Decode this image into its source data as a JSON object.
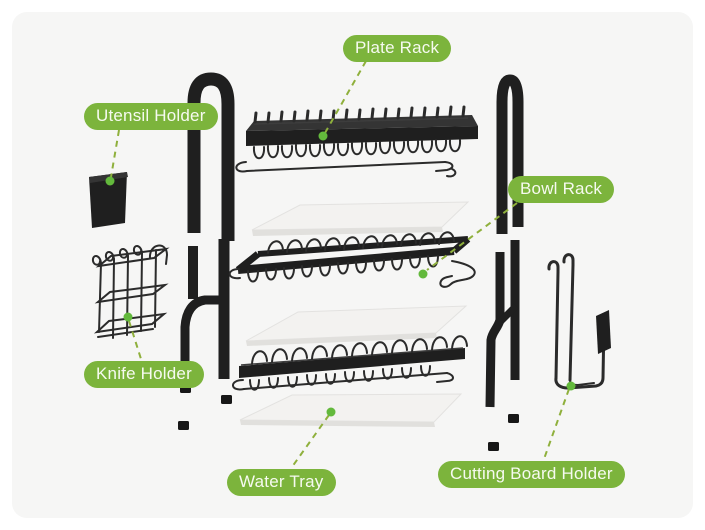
{
  "page": {
    "type": "annotated product diagram",
    "subject": "2-tier dish drying rack, exploded parts view"
  },
  "colors": {
    "page_bg": "#ffffff",
    "card_bg": "#f6f6f5",
    "label_bg": "#7cb43c",
    "label_text": "#f6faf0",
    "leader": "#8fb03c",
    "dot": "#63b93c",
    "metal": "#1f1f1f",
    "wire": "#2b2b2b",
    "tray": "#f3f2f0"
  },
  "diagram": {
    "labels": [
      {
        "id": "plate-rack",
        "text": "Plate Rack"
      },
      {
        "id": "utensil-holder",
        "text": "Utensil Holder"
      },
      {
        "id": "bowl-rack",
        "text": "Bowl Rack"
      },
      {
        "id": "knife-holder",
        "text": "Knife Holder"
      },
      {
        "id": "water-tray",
        "text": "Water Tray"
      },
      {
        "id": "cutting-board-holder",
        "text": "Cutting Board Holder"
      }
    ]
  }
}
